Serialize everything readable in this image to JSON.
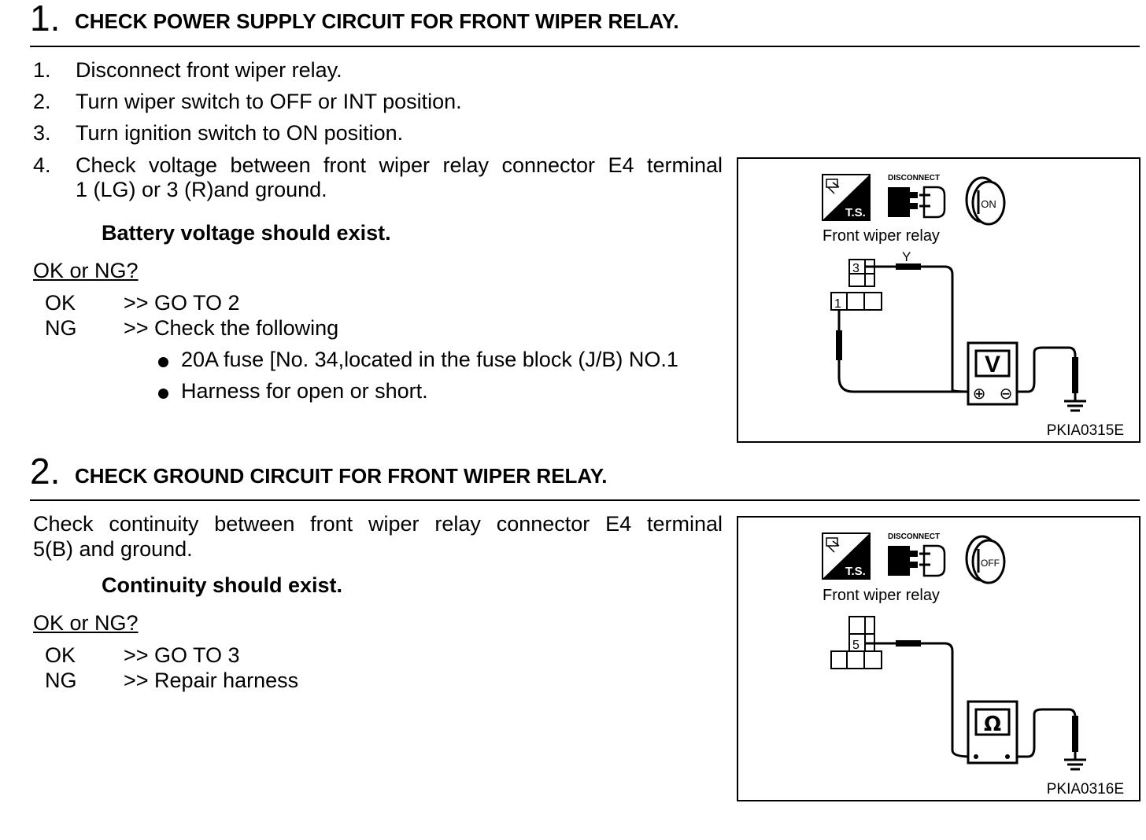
{
  "step1": {
    "number": "1.",
    "heading": "CHECK POWER SUPPLY CIRCUIT FOR FRONT WIPER RELAY.",
    "items": [
      {
        "num": "1.",
        "text": "Disconnect front wiper relay."
      },
      {
        "num": "2.",
        "text": "Turn wiper switch to OFF or INT position."
      },
      {
        "num": "3.",
        "text": "Turn ignition switch to ON position."
      },
      {
        "num": "4.",
        "text_line1": "Check voltage between front wiper relay connector E4 terminal",
        "text_line2": "1 (LG) or 3 (R)and ground."
      }
    ],
    "spec": "Battery voltage should exist.",
    "question": "OK or NG?",
    "ok_label": "OK",
    "ok_action": ">> GO TO 2",
    "ng_label": "NG",
    "ng_action": ">> Check the following",
    "bullets": [
      "20A fuse [No. 34,located in the fuse block (J/B) NO.1",
      "Harness for open or short."
    ],
    "figure": {
      "disconnect_label": "DISCONNECT",
      "ts_label": "T.S.",
      "key_label": "ON",
      "title": "Front wiper relay",
      "terminal_top": "3",
      "terminal_left": "1",
      "wire_color": "Y",
      "meter_symbol": "V",
      "plus_symbol": "⊕",
      "minus_symbol": "⊖",
      "code": "PKIA0315E"
    }
  },
  "step2": {
    "number": "2.",
    "heading": "CHECK GROUND CIRCUIT FOR FRONT WIPER RELAY.",
    "text_line1": "Check continuity between front wiper relay connector E4 terminal",
    "text_line2": "5(B) and ground.",
    "spec": "Continuity should exist.",
    "question": "OK or NG?",
    "ok_label": "OK",
    "ok_action": ">> GO TO 3",
    "ng_label": "NG",
    "ng_action": ">> Repair harness",
    "figure": {
      "disconnect_label": "DISCONNECT",
      "ts_label": "T.S.",
      "key_label": "OFF",
      "title": "Front wiper relay",
      "terminal": "5",
      "meter_symbol": "Ω",
      "code": "PKIA0316E"
    }
  }
}
